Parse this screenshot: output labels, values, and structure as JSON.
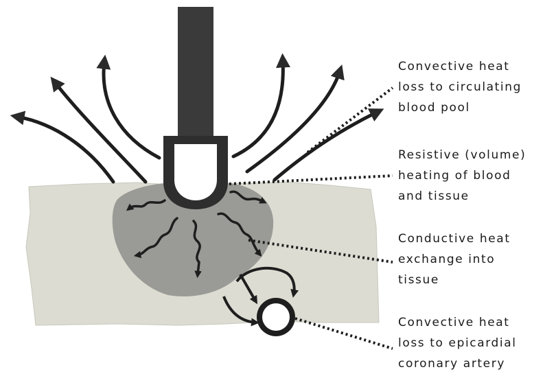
{
  "labels": [
    {
      "id": "convective-blood",
      "lines": [
        "Convective heat",
        "loss to circulating",
        "blood pool"
      ]
    },
    {
      "id": "resistive",
      "lines": [
        "Resistive (volume)",
        "heating of blood",
        "and tissue"
      ]
    },
    {
      "id": "conductive",
      "lines": [
        "Conductive heat",
        "exchange into",
        "tissue"
      ]
    },
    {
      "id": "convective-artery",
      "lines": [
        "Convective heat",
        "loss to epicardial",
        "coronary artery"
      ]
    }
  ],
  "colors": {
    "background": "#ffffff",
    "tissue": "#dcdcd2",
    "heated_zone": "#9a9a96",
    "catheter": "#3a3a3a",
    "arrows": "#1e1e1e"
  }
}
